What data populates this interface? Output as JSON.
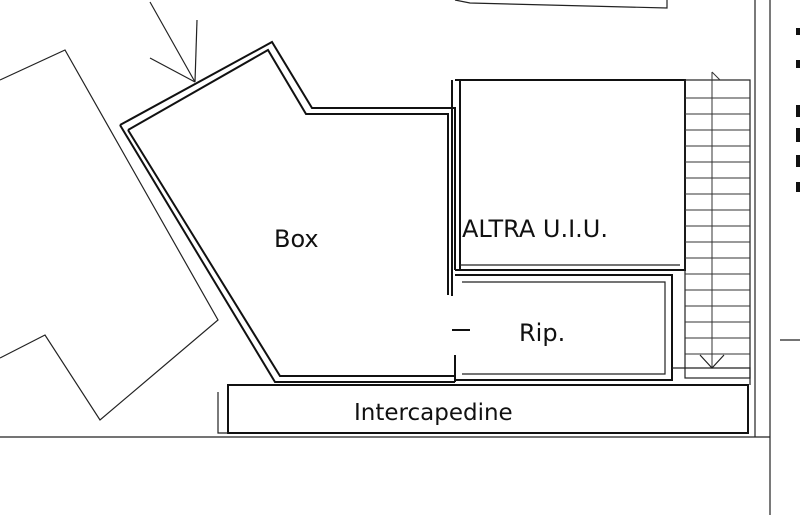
{
  "rooms": {
    "box": "Box",
    "altra_uiu": "ALTRA U.I.U.",
    "rip": "Rip.",
    "intercapedine": "Intercapedine"
  },
  "colors": {
    "background": "#ffffff",
    "ink": "#111111"
  }
}
